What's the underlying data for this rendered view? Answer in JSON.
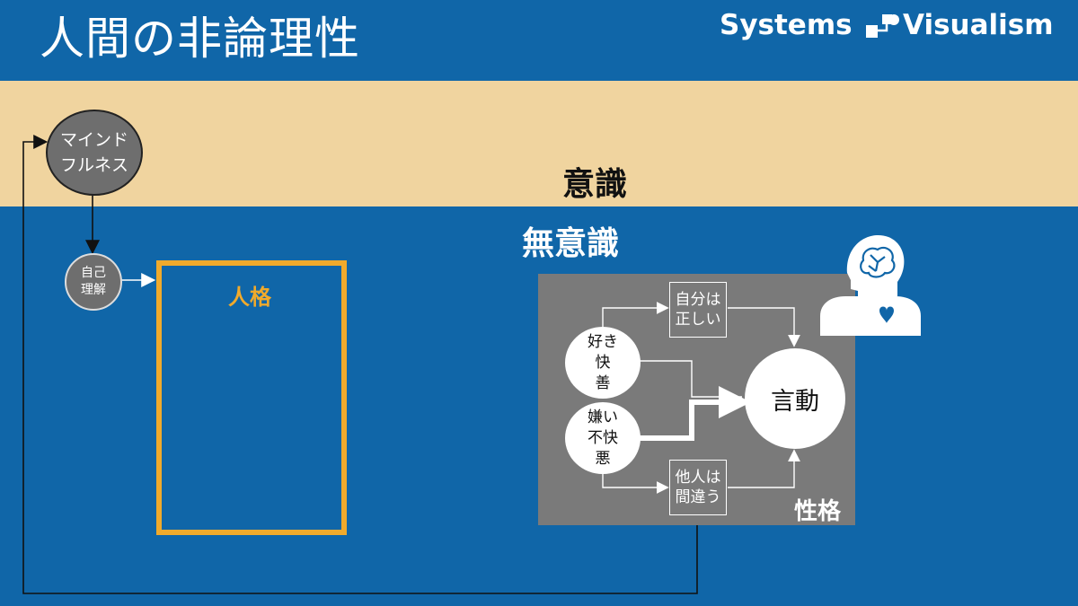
{
  "header": {
    "title": "人間の非論理性",
    "logo_left": "Systems",
    "logo_right": "Visualism"
  },
  "zones": {
    "conscious": "意識",
    "unconscious": "無意識"
  },
  "nodes": {
    "mindfulness": {
      "line1": "マインド",
      "line2": "フルネス"
    },
    "self_understanding": {
      "line1": "自己",
      "line2": "理解"
    },
    "personality": "人格",
    "character": "性格",
    "like": {
      "line1": "好き",
      "line2": "快",
      "line3": "善"
    },
    "dislike": {
      "line1": "嫌い",
      "line2": "不快",
      "line3": "悪"
    },
    "self_right": {
      "line1": "自分は",
      "line2": "正しい"
    },
    "others_wrong": {
      "line1": "他人は",
      "line2": "間違う"
    },
    "behavior": "言動"
  },
  "icons": {
    "logo": "systems-visualism-logo-icon",
    "person": "person-brain-heart-icon"
  },
  "colors": {
    "background": "#1066a8",
    "band": "#f0d49f",
    "personality_frame": "#f0aa2c",
    "character_pane": "#7a7a7a"
  }
}
